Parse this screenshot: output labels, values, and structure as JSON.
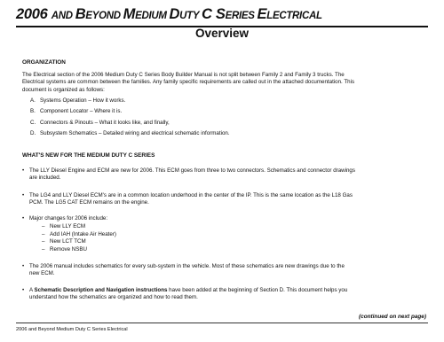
{
  "header": {
    "title_parts": [
      {
        "text": "2006 ",
        "small": false
      },
      {
        "text": "AND ",
        "small": true
      },
      {
        "text": "B",
        "small": false
      },
      {
        "text": "EYOND ",
        "small": true
      },
      {
        "text": "M",
        "small": false
      },
      {
        "text": "EDIUM ",
        "small": true
      },
      {
        "text": "D",
        "small": false
      },
      {
        "text": "UTY ",
        "small": true
      },
      {
        "text": "C S",
        "small": false
      },
      {
        "text": "ERIES ",
        "small": true
      },
      {
        "text": "E",
        "small": false
      },
      {
        "text": "LECTRICAL",
        "small": true
      }
    ]
  },
  "section_title": "Overview",
  "organization": {
    "heading": "ORGANIZATION",
    "intro_lines": [
      "The Electrical section of the 2006 Medium Duty C Series Body Builder Manual is not split between Family 2 and Family 3 trucks. The",
      "Electrical systems are common between the families. Any family specific requirements are called out in the attached documentation. This",
      "document is organized as follows:"
    ],
    "items": [
      {
        "letter": "A.",
        "text": "Systems Operation – How it works."
      },
      {
        "letter": "B.",
        "text": "Component Locator – Where it is."
      },
      {
        "letter": "C.",
        "text": "Connectors & Pinouts – What it looks like, and finally,"
      },
      {
        "letter": "D.",
        "text": "Subsystem Schematics – Detailed wiring and electrical schematic information."
      }
    ]
  },
  "whats_new": {
    "heading": "WHAT'S NEW FOR THE MEDIUM DUTY C SERIES",
    "bullet_char": "•",
    "dash_char": "–",
    "b1_lines": [
      "The LLY Diesel Engine and ECM are new for 2006. This ECM goes from three to two connectors. Schematics and connector drawings",
      "are included."
    ],
    "b2_lines": [
      "The LG4 and LLY Diesel ECM's are in a common location underhood in the center of the IP. This is the same location as the L18 Gas",
      "PCM. The LG5 CAT ECM remains on the engine."
    ],
    "b3_line": "Major changes for 2006 include:",
    "sub_items": [
      "New LLY ECM",
      "Add IAH (Intake Air Heater)",
      "New LCT TCM",
      "Remove NSBU"
    ],
    "b4_lines": [
      "The 2006 manual includes schematics for every sub-system in the vehicle. Most of these schematics are new drawings due to the",
      "new ECM."
    ],
    "b5": {
      "prefix": "A ",
      "bold": "Schematic Description and Navigation instructions",
      "line1_rest": " have been added at the beginning of Section D. This document helps you",
      "line2": "understand how the schematics are organized and how to read them."
    }
  },
  "continued": "(continued on next page)",
  "footer": "2006 and Beyond Medium Duty C Series Electrical"
}
